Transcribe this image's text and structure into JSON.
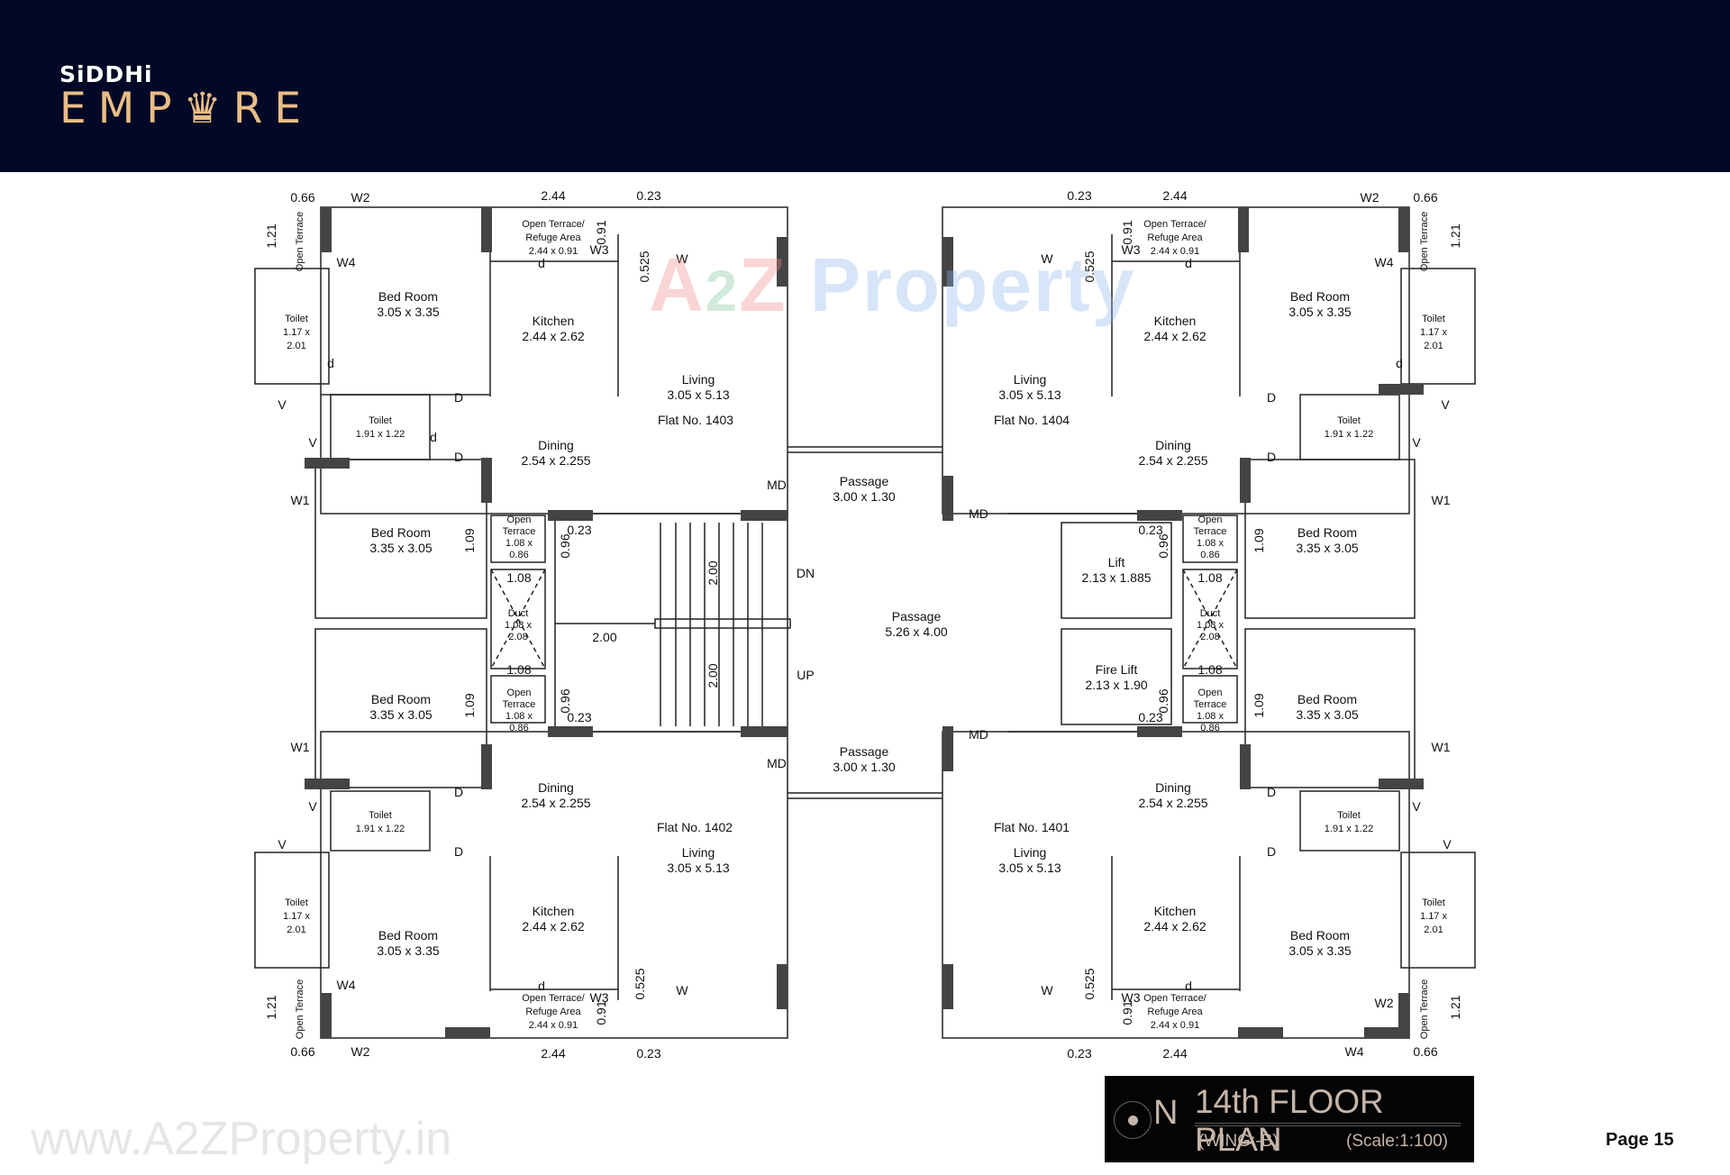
{
  "header": {
    "brand_top": "SiDDHi",
    "brand_bottom": "EMP♛RE",
    "background_color": "#020825",
    "accent_color": "#e9bd85"
  },
  "watermark": {
    "logo_text_a": "A",
    "logo_text_2": "2",
    "logo_text_z": "Z",
    "logo_text_property": "Property",
    "url": "www.A2ZProperty.in"
  },
  "title_block": {
    "compass_label": "N",
    "title": "14th FLOOR PLAN",
    "wing": "(WING:-B)",
    "scale": "(Scale:1:100)"
  },
  "page": {
    "label": "Page 15"
  },
  "common": {
    "passage_top": {
      "name": "Passage",
      "size": "3.00 x 1.30"
    },
    "passage_center": {
      "name": "Passage",
      "size": "5.26 x 4.00"
    },
    "passage_bottom": {
      "name": "Passage",
      "size": "3.00 x 1.30"
    },
    "lift": {
      "name": "Lift",
      "size": "2.13 x 1.885"
    },
    "fire_lift": {
      "name": "Fire Lift",
      "size": "2.13 x 1.90"
    },
    "stair": {
      "dn": "DN",
      "up": "UP",
      "flight_dim_1": "2.00",
      "flight_dim_2": "2.00",
      "landing_dim": "2.00"
    },
    "duct": {
      "name": "Duct",
      "size_1": "1.08 x",
      "size_2": "2.08",
      "dim": "1.08"
    },
    "small_terrace": {
      "name_1": "Open",
      "name_2": "Terrace",
      "size_1": "1.08 x",
      "size_2": "0.86"
    },
    "dims": {
      "d096": "0.96",
      "d023": "0.23",
      "d109": "1.09"
    }
  },
  "flats": [
    {
      "id": "1403",
      "label": "Flat No. 1403"
    },
    {
      "id": "1404",
      "label": "Flat No. 1404"
    },
    {
      "id": "1402",
      "label": "Flat No. 1402"
    },
    {
      "id": "1401",
      "label": "Flat No. 1401"
    }
  ],
  "rooms": {
    "living": {
      "name": "Living",
      "size": "3.05 x 5.13"
    },
    "dining": {
      "name": "Dining",
      "size": "2.54 x 2.255"
    },
    "kitchen": {
      "name": "Kitchen",
      "size": "2.44 x 2.62"
    },
    "bed_master": {
      "name": "Bed Room",
      "size": "3.05 x 3.35"
    },
    "bed_side": {
      "name": "Bed Room",
      "size": "3.35 x 3.05"
    },
    "toilet_small": {
      "name": "Toilet",
      "size": "1.91 x 1.22"
    },
    "toilet_attached": {
      "name": "Toilet",
      "size_1": "1.17 x",
      "size_2": "2.01"
    },
    "refuge": {
      "name_1": "Open Terrace/",
      "name_2": "Refuge Area",
      "size": "2.44 x 0.91"
    },
    "mini_terrace": {
      "name": "Open Terrace",
      "size": "1.21 x 0.66"
    }
  },
  "markers": {
    "door": "D",
    "small_door": "d",
    "main_door": "MD",
    "ventilator": "V",
    "window": "W",
    "w1": "W1",
    "w2": "W2",
    "w3": "W3",
    "w4": "W4"
  },
  "dimensions": {
    "d066": "0.66",
    "d121": "1.21",
    "d244": "2.44",
    "d023": "0.23",
    "d091": "0.91",
    "d0525": "0.525"
  }
}
